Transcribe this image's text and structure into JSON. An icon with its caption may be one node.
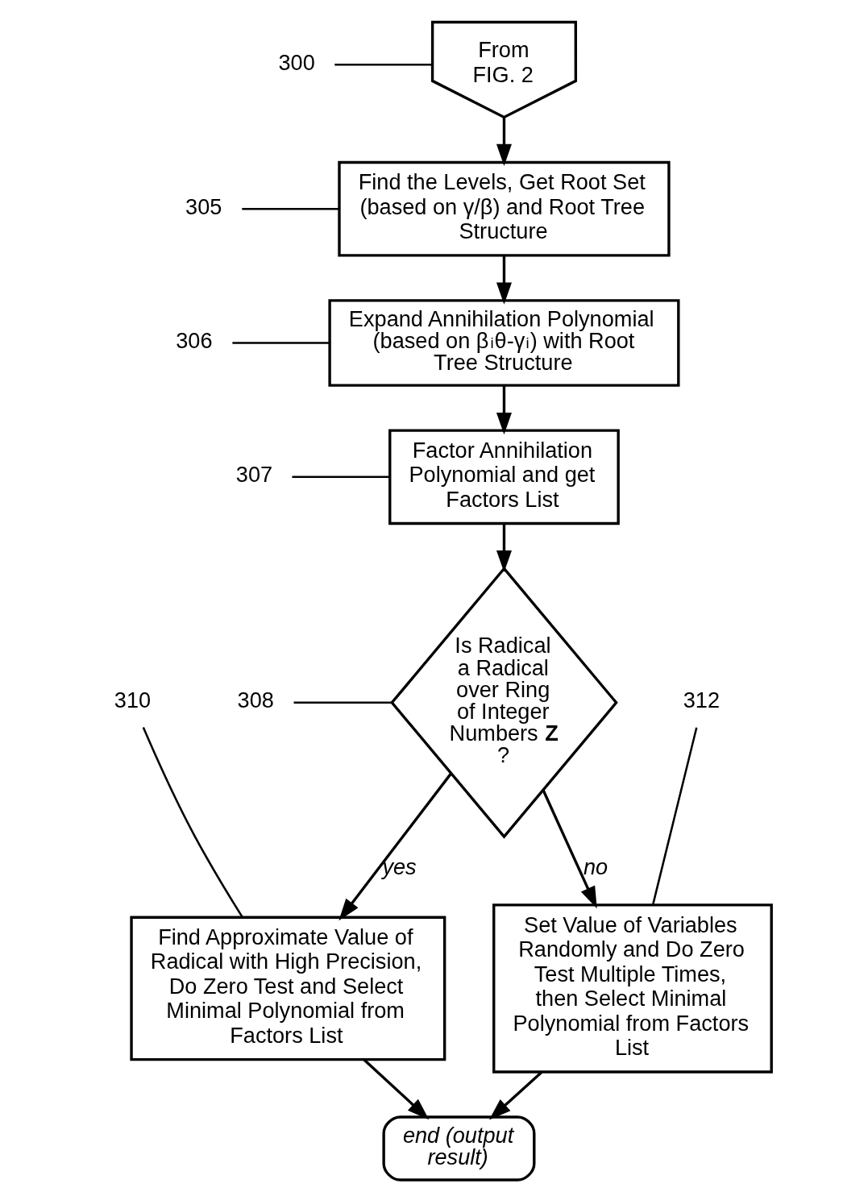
{
  "diagram": {
    "nodes": [
      {
        "text": [
          "300"
        ]
      },
      {
        "text": [
          "From FIG. 2"
        ]
      },
      {
        "text": [
          "305"
        ]
      },
      {
        "text": [
          "Find the Levels, Get Root Set (based on γ/β) and Root Tree Structure"
        ]
      },
      {
        "text": [
          "306"
        ]
      },
      {
        "text": [
          "Expand Annihilation Polynomial (based on β$_{i}$θ-γ$_{i}$) with Root Tree Structure"
        ]
      },
      {
        "text": [
          "307"
        ]
      },
      {
        "text": [
          "Factor Annihilation Polynomial and get Factors List"
        ]
      },
      {
        "text": [
          "308"
        ]
      },
      {
        "text": [
          "Is Radical a Radical over Ring of Integer Numbers **Z** ?"
        ]
      },
      {
        "text": [
          "310"
        ]
      },
      {
        "text": [
          "Find Approximate Value of Radical with High Precision, Do Zero Test and Select Minimal Polynomial from Factors List"
        ]
      },
      {
        "text": [
          "312"
        ]
      },
      {
        "text": [
          "Set Value of Variables Randomly and Do Zero Test Multiple Times, then Select Minimal Polynomial from Factors List"
        ]
      },
      {
        "text": [
          "end (output result)"
        ]
      }
    ],
    "edges": [
      {
        "from": 0,
        "to": 1,
        "arrow": "none"
      },
      {
        "from": 1,
        "to": 3,
        "arrow": "to"
      },
      {
        "from": 2,
        "to": 3,
        "arrow": "none"
      },
      {
        "from": 3,
        "to": 5,
        "arrow": "to"
      },
      {
        "from": 4,
        "to": 5,
        "arrow": "none"
      },
      {
        "from": 5,
        "to": 7,
        "arrow": "to"
      },
      {
        "from": 6,
        "to": 7,
        "arrow": "none"
      },
      {
        "from": 7,
        "to": 9,
        "arrow": "to"
      },
      {
        "from": 8,
        "to": 9,
        "arrow": "none"
      },
      {
        "from": 9,
        "to": 11,
        "arrow": "to",
        "label": "yes"
      },
      {
        "from": 9,
        "to": 13,
        "arrow": "to",
        "label": "no"
      },
      {
        "from": 10,
        "to": 11,
        "arrow": "none"
      },
      {
        "from": 12,
        "to": 13,
        "arrow": "none"
      },
      {
        "from": 11,
        "to": 14,
        "arrow": "to"
      },
      {
        "from": 13,
        "to": 14,
        "arrow": "to"
      }
    ]
  }
}
